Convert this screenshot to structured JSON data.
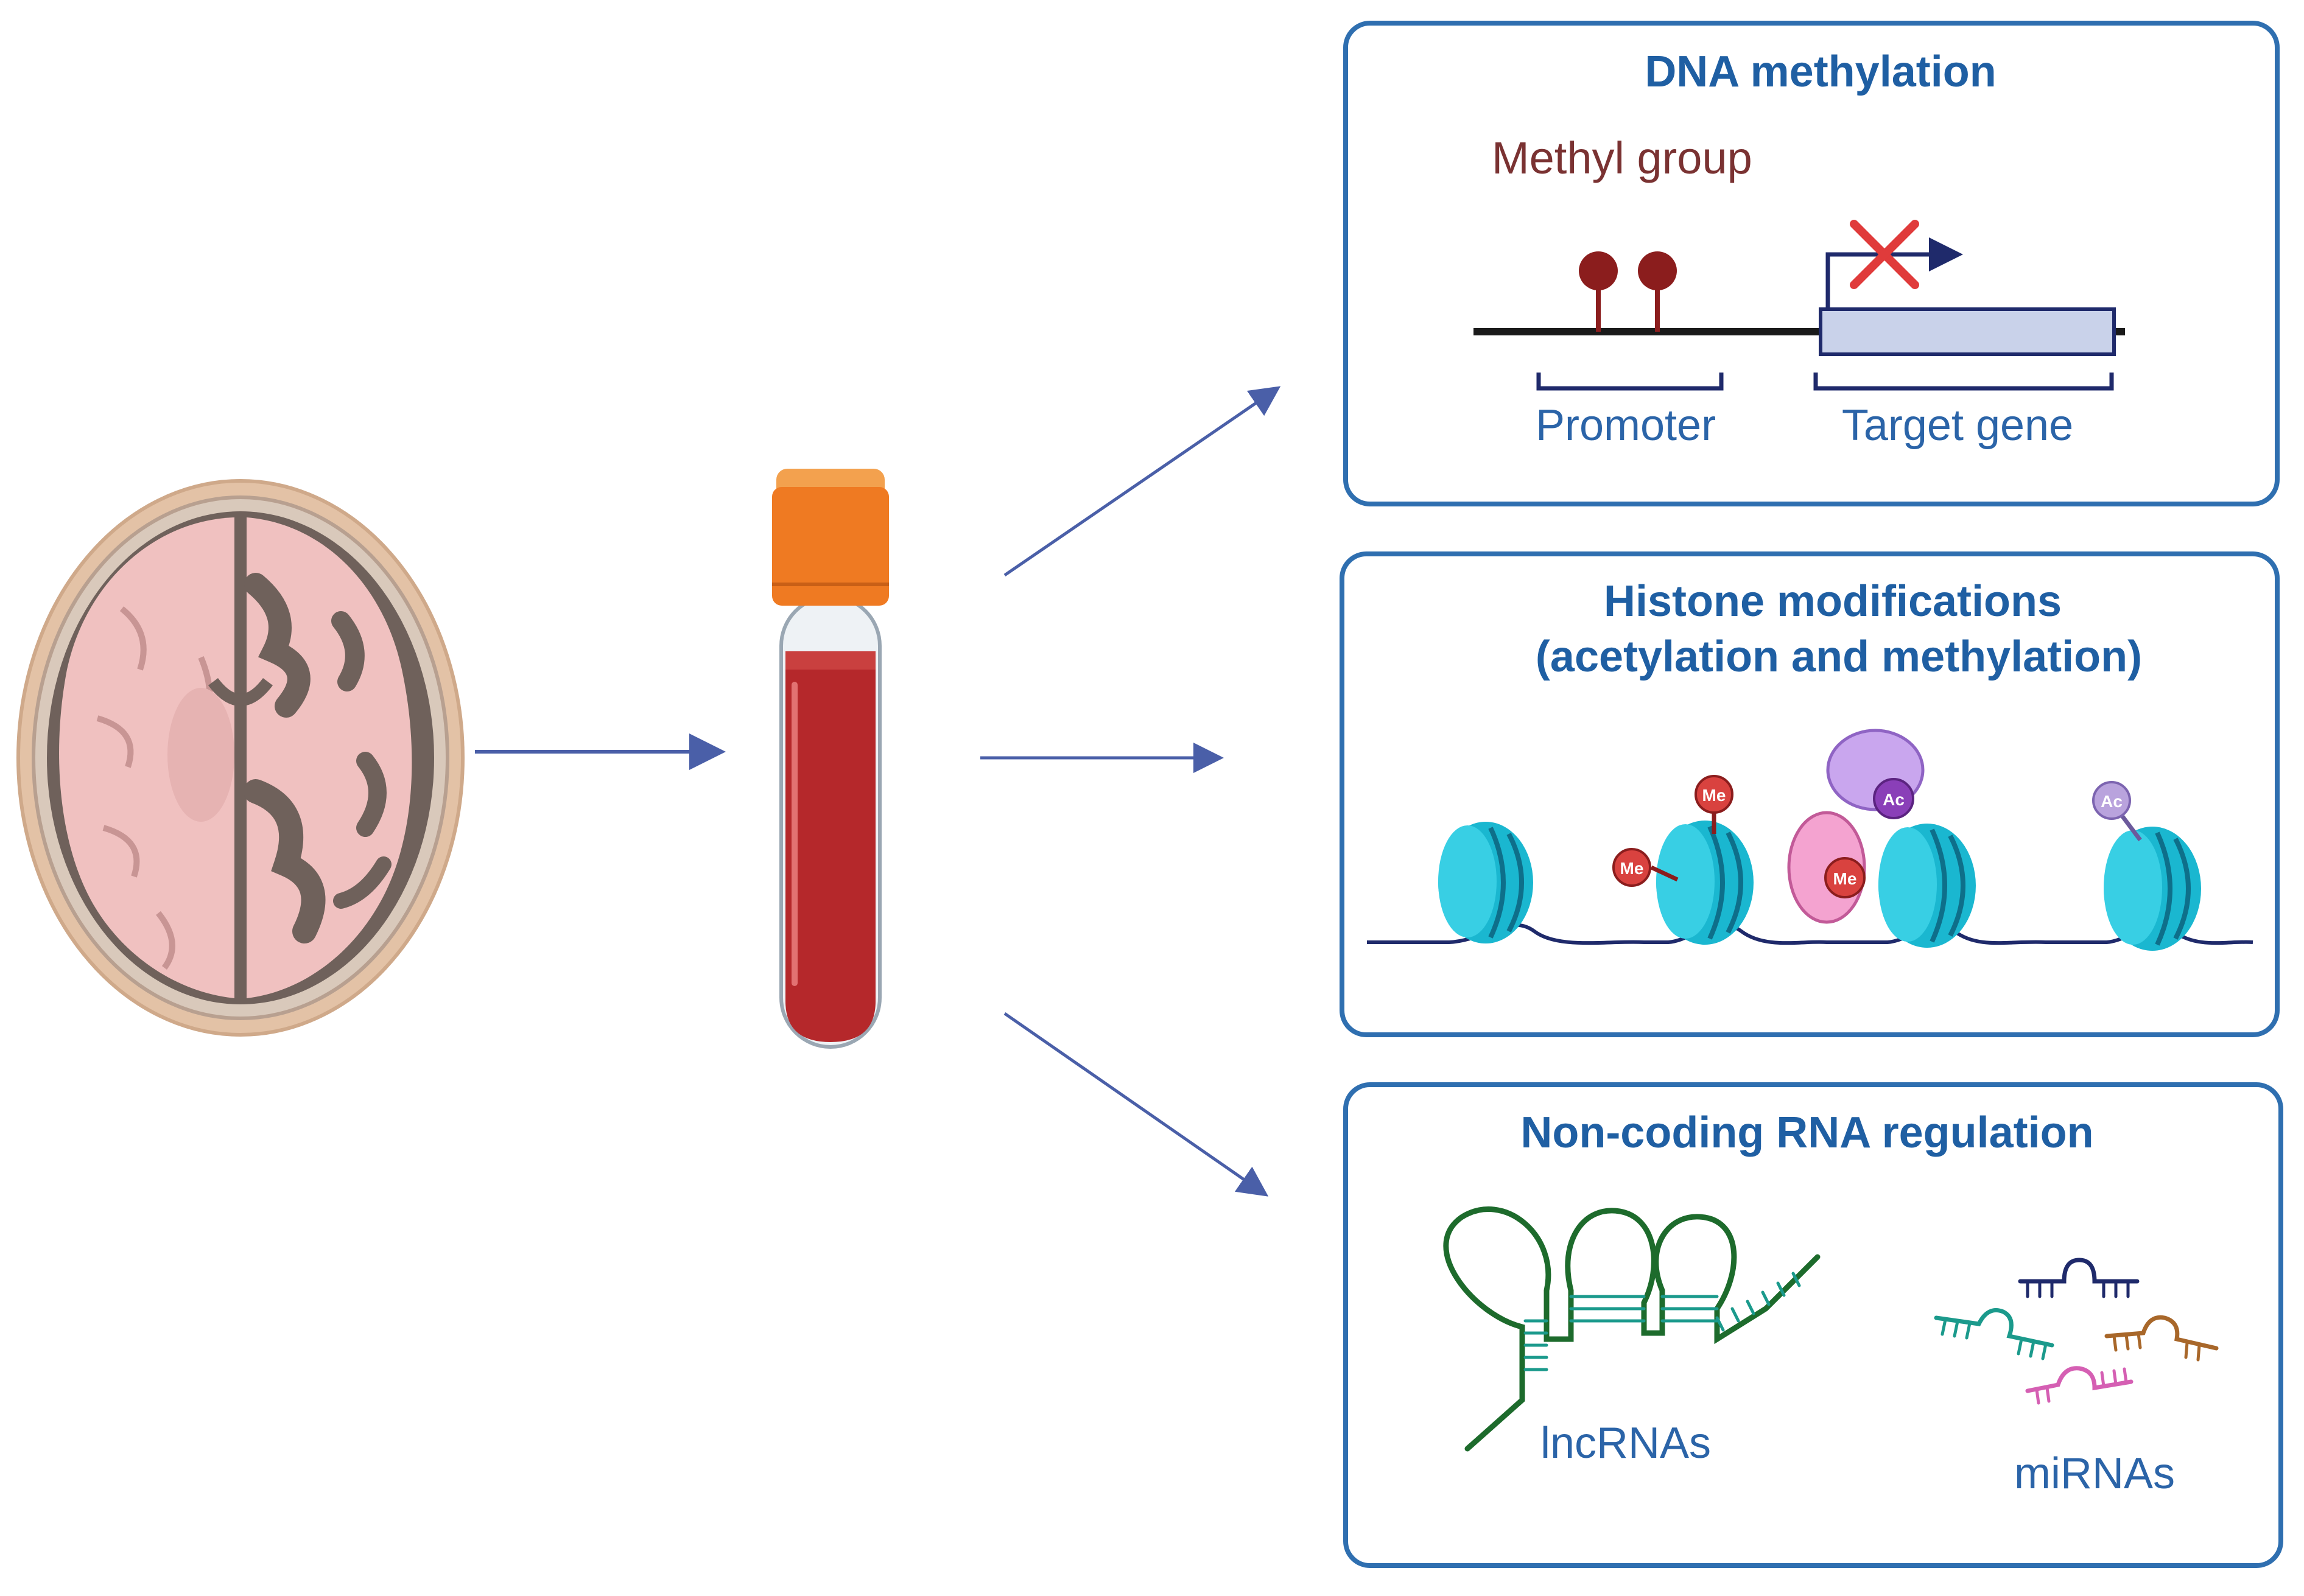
{
  "panels": {
    "dna": {
      "title": "DNA methylation",
      "methyl_label": "Methyl group",
      "promoter_label": "Promoter",
      "target_label": "Target gene"
    },
    "histone": {
      "title_line1": "Histone modifications",
      "title_line2": "(acetylation and methylation)",
      "me_tag": "Me",
      "ac_tag": "Ac"
    },
    "rna": {
      "title": "Non-coding RNA regulation",
      "lnc_label": "lncRNAs",
      "mi_label": "miRNAs"
    }
  },
  "colors": {
    "panel_border": "#2f6fb0",
    "title_blue": "#1f5fa3",
    "arrow": "#4a5fa8",
    "methyl_red": "#8b1d1d",
    "nucleosome": "#1ab7d0",
    "blood": "#b5282b",
    "cap": "#f07a22",
    "lncRNA": "#1d6b2c"
  },
  "icons": {
    "brain": "brain-section-icon",
    "tube": "blood-tube-icon",
    "blocked": "x-mark-icon"
  }
}
